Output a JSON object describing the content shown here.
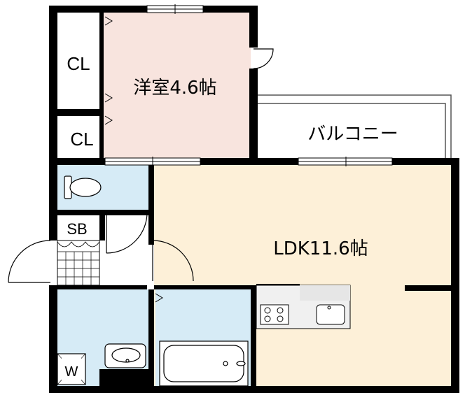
{
  "floorplan": {
    "rooms": {
      "western_room": "洋室4.6帖",
      "ldk": "LDK11.6帖",
      "balcony": "バルコニー",
      "closet_upper": "CL",
      "closet_lower": "CL",
      "shoe_box": "SB",
      "washer": "W"
    },
    "colors": {
      "western_room_fill": "#f8e4de",
      "ldk_fill": "#fdf0d8",
      "wet_area_fill": "#d6ebf6",
      "wall": "#000000",
      "plain": "#ffffff"
    }
  }
}
